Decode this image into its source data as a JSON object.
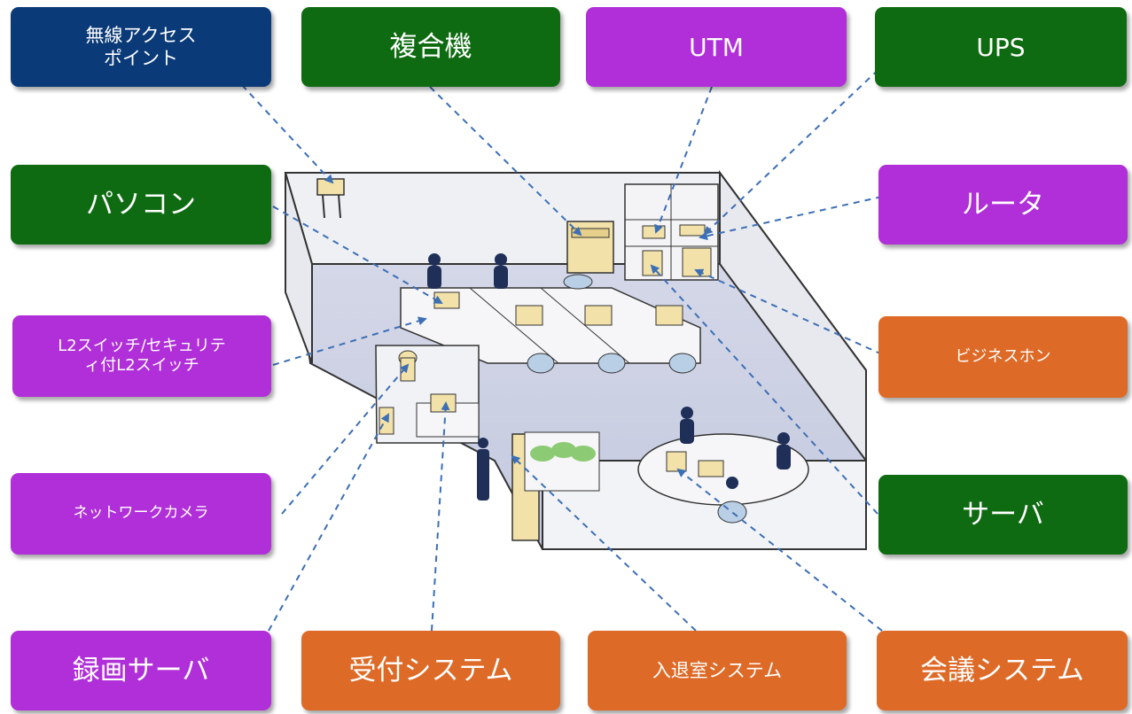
{
  "colors": {
    "navy": "#0b3a78",
    "green": "#0f6b12",
    "purple": "#b02fd8",
    "orange": "#de6a27",
    "connector": "#3d6fb5"
  },
  "labels": {
    "wireless_ap": "無線アクセス\nポイント",
    "mfp": "複合機",
    "utm": "UTM",
    "ups": "UPS",
    "pc": "パソコン",
    "router": "ルータ",
    "l2_switch": "L2スイッチ/セキュリテ\nィ付L2スイッチ",
    "business_phone": "ビジネスホン",
    "network_camera": "ネットワークカメラ",
    "server": "サーバ",
    "recording_server": "録画サーバ",
    "reception_system": "受付システム",
    "access_control_system": "入退室システム",
    "conference_system": "会議システム"
  }
}
